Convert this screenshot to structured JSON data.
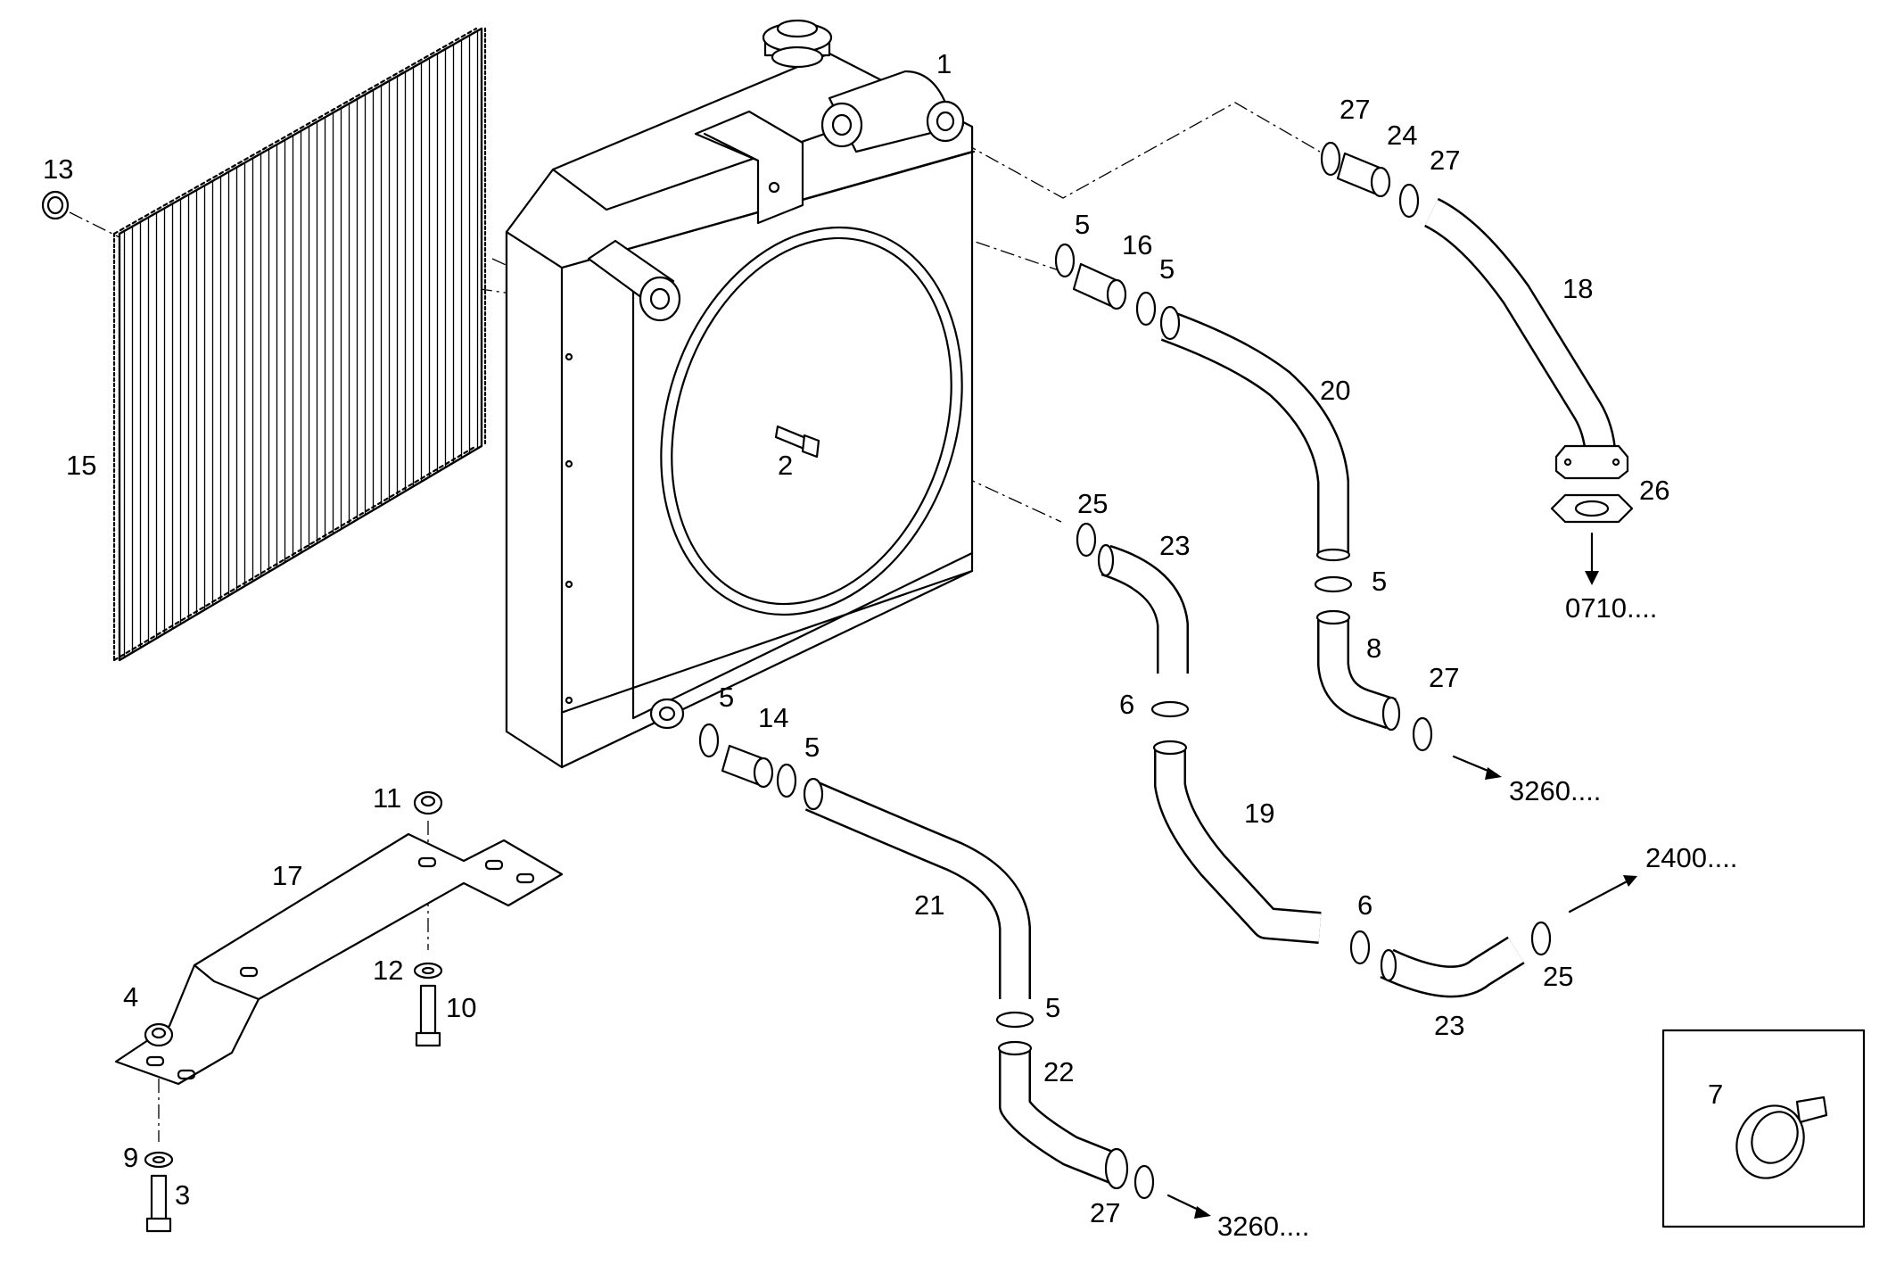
{
  "labels": {
    "p1": "1",
    "p2": "2",
    "p3": "3",
    "p4": "4",
    "p5a": "5",
    "p5b": "5",
    "p5c": "5",
    "p5d": "5",
    "p5e": "5",
    "p5f": "5",
    "p6a": "6",
    "p6b": "6",
    "p7": "7",
    "p8": "8",
    "p9": "9",
    "p10": "10",
    "p11": "11",
    "p12": "12",
    "p13": "13",
    "p14": "14",
    "p15": "15",
    "p16": "16",
    "p17": "17",
    "p18": "18",
    "p19": "19",
    "p20": "20",
    "p21": "21",
    "p22": "22",
    "p23a": "23",
    "p23b": "23",
    "p24": "24",
    "p25a": "25",
    "p25b": "25",
    "p26": "26",
    "p27a": "27",
    "p27b": "27",
    "p27c": "27",
    "p27d": "27"
  },
  "references": {
    "ref_0710": "0710....",
    "ref_3260_upper": "3260....",
    "ref_3260_lower": "3260....",
    "ref_2400": "2400...."
  }
}
